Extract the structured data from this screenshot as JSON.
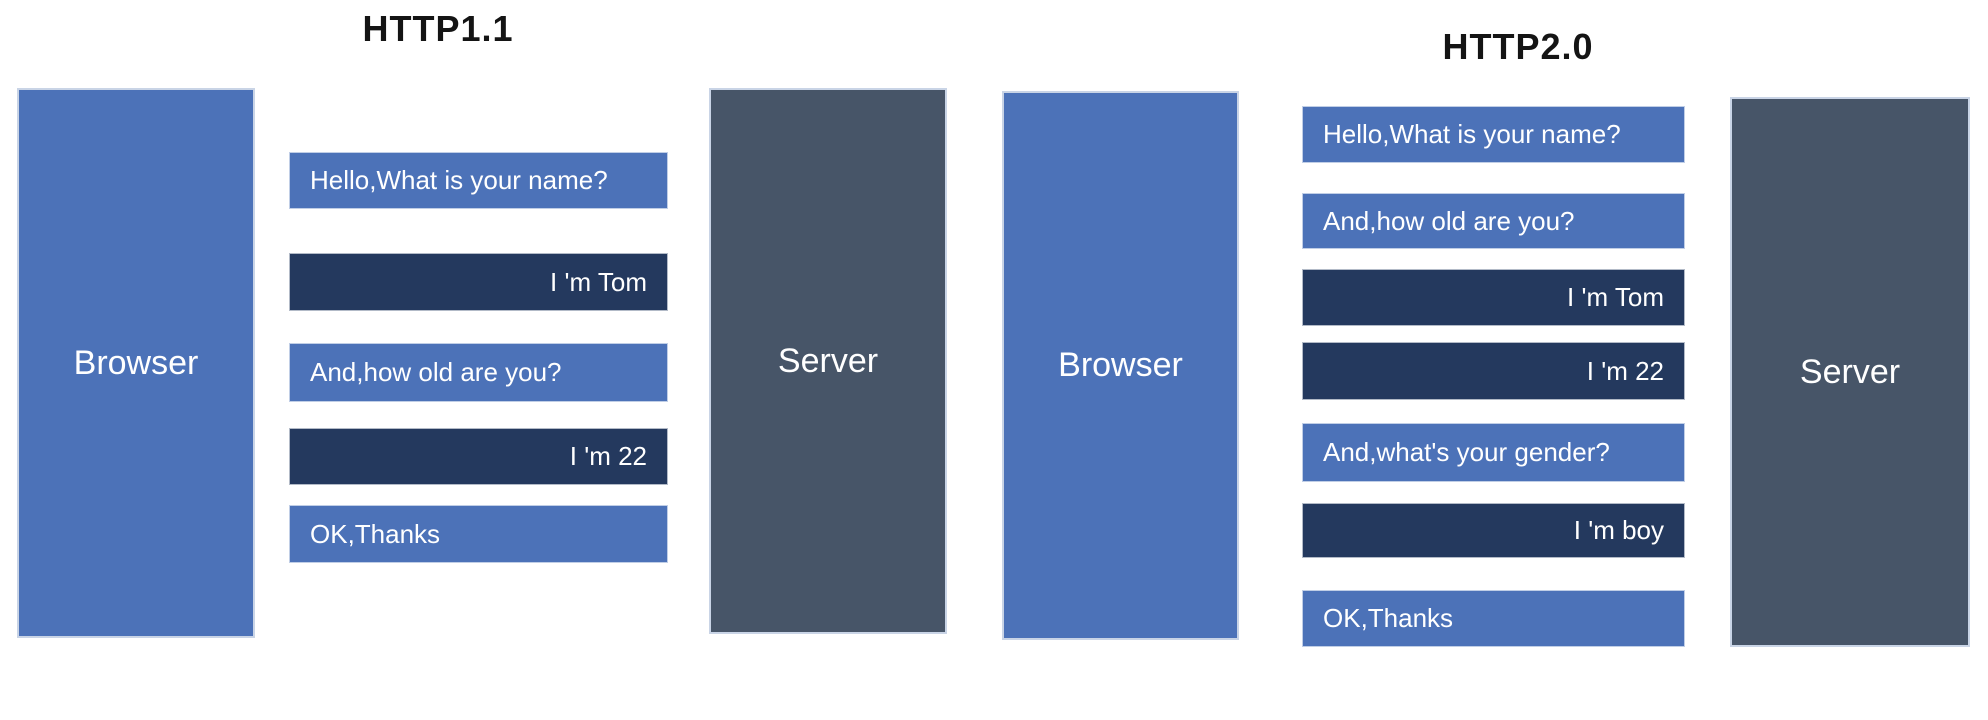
{
  "colors": {
    "browser_fill": "#4c72b8",
    "server_fill": "#475568",
    "request_fill": "#4c72b8",
    "response_fill": "#24395e",
    "title_color": "#141414",
    "message_text": "#ffffff"
  },
  "panels": [
    {
      "title": "HTTP1.1",
      "browser_label": "Browser",
      "server_label": "Server",
      "messages": [
        {
          "type": "request",
          "text": "Hello,What is your name?"
        },
        {
          "type": "response",
          "text": "I 'm Tom"
        },
        {
          "type": "request",
          "text": "And,how old are you?"
        },
        {
          "type": "response",
          "text": "I 'm 22"
        },
        {
          "type": "request",
          "text": "OK,Thanks"
        }
      ]
    },
    {
      "title": "HTTP2.0",
      "browser_label": "Browser",
      "server_label": "Server",
      "messages": [
        {
          "type": "request",
          "text": "Hello,What is your name?"
        },
        {
          "type": "request",
          "text": "And,how old are you?"
        },
        {
          "type": "response",
          "text": "I 'm Tom"
        },
        {
          "type": "response",
          "text": "I 'm 22"
        },
        {
          "type": "request",
          "text": "And,what's your gender?"
        },
        {
          "type": "response",
          "text": "I 'm boy"
        },
        {
          "type": "request",
          "text": "OK,Thanks"
        }
      ]
    }
  ]
}
